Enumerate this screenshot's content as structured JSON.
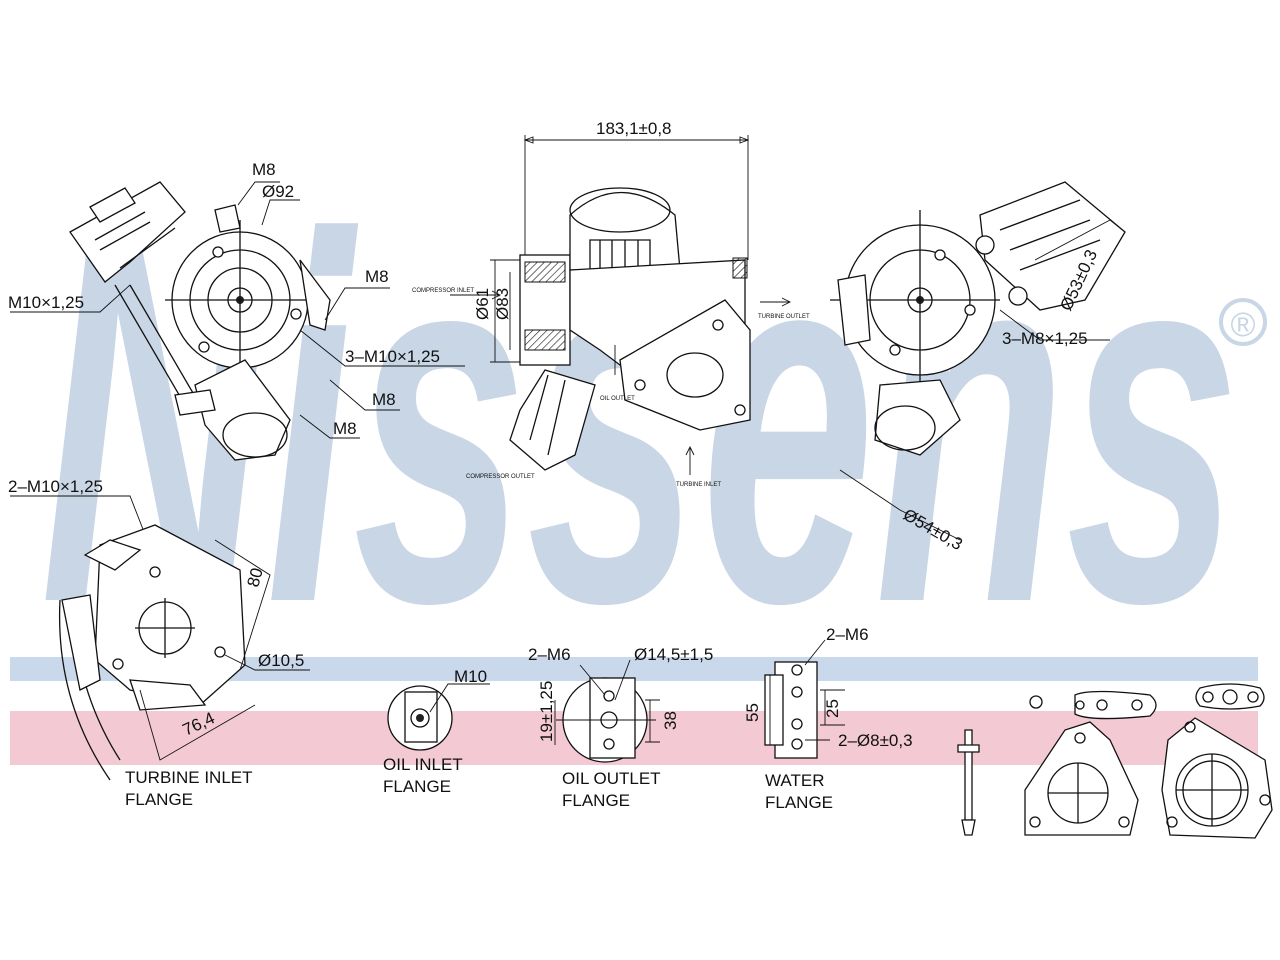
{
  "brand": {
    "watermark": "Nissens",
    "registered_mark": "®",
    "watermark_color": "#c8d6e6",
    "band_blue": "#c9d8ea",
    "band_pink": "#f3c9d3"
  },
  "dimensions": {
    "width_183": "183,1±0,8",
    "m8_top": "M8",
    "d92": "Ø92",
    "m8_right": "M8",
    "m10_left": "M10×1,25",
    "m10_3": "3–M10×1,25",
    "m8_lower": "M8",
    "m8_bottom": "M8",
    "d61": "Ø61",
    "d83": "Ø83",
    "d53": "Ø53±0,3",
    "m8_3x": "3–M8×1,25",
    "d54": "Ø54±0,3"
  },
  "small_labels": {
    "compressor_inlet": "COMPRESSOR INLET",
    "turbine_outlet": "TURBINE OUTLET",
    "oil_outlet": "OIL OUTLET",
    "compressor_outlet": "COMPRESSOR OUTLET",
    "turbine_inlet": "TURBINE INLET"
  },
  "turbine_flange": {
    "thread": "2–M10×1,25",
    "dim_80": "80",
    "hole": "Ø10,5",
    "dim_76": "76,4",
    "caption_line1": "TURBINE INLET",
    "caption_line2": "FLANGE"
  },
  "oil_inlet": {
    "thread": "M10",
    "caption_line1": "OIL INLET",
    "caption_line2": "FLANGE"
  },
  "oil_outlet": {
    "thread": "2–M6",
    "hole": "Ø14,5±1,5",
    "dim_19": "19±1,25",
    "dim_38": "38",
    "caption_line1": "OIL OUTLET",
    "caption_line2": "FLANGE"
  },
  "water_flange": {
    "thread": "2–M6",
    "dim_55": "55",
    "dim_25": "25",
    "holes": "2–Ø8±0,3",
    "caption_line1": "WATER",
    "caption_line2": "FLANGE"
  }
}
